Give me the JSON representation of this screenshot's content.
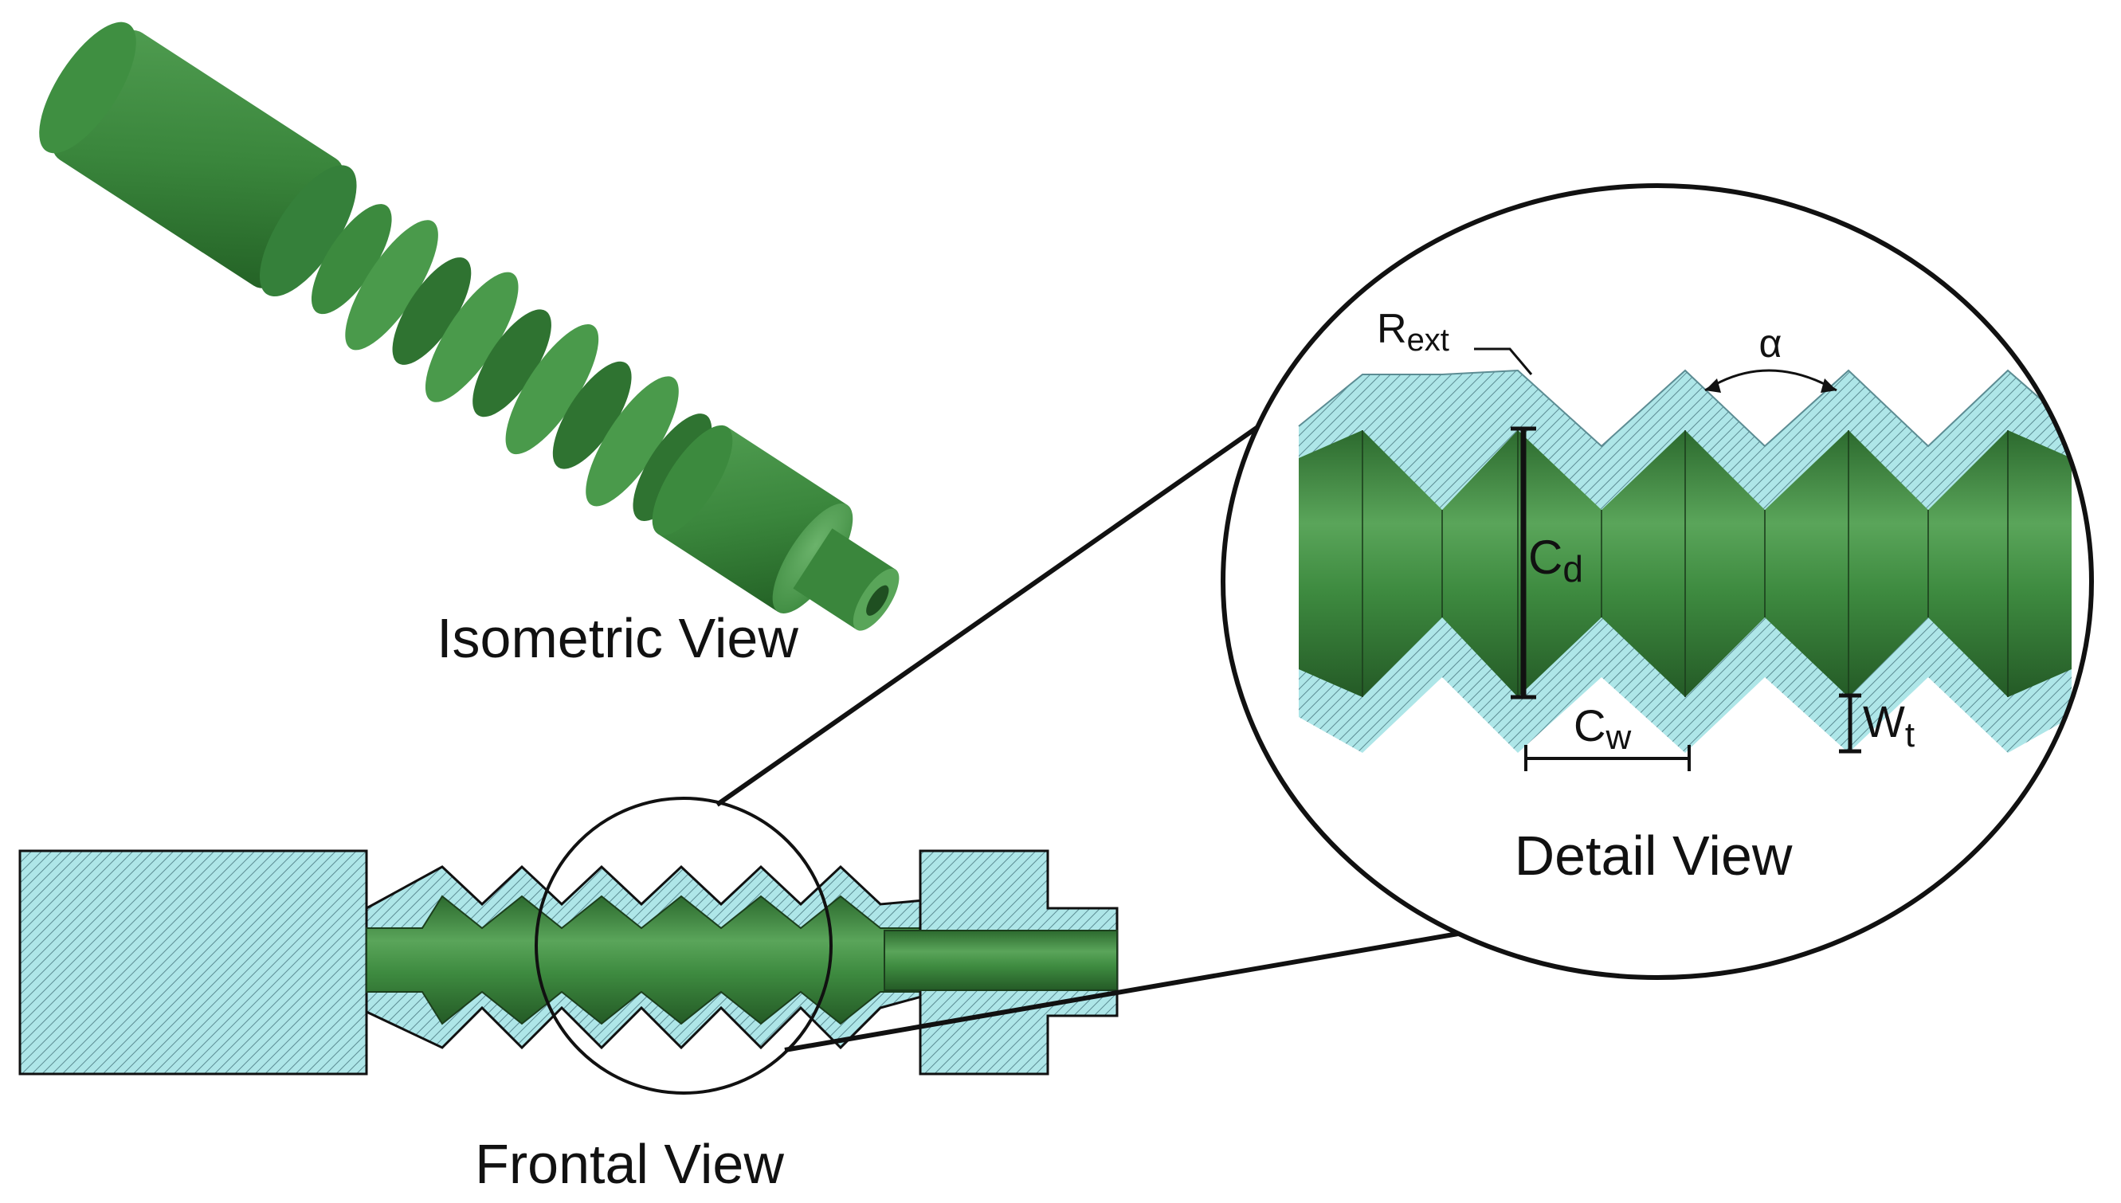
{
  "captions": {
    "isometric": "Isometric View",
    "frontal": "Frontal View",
    "detail": "Detail View"
  },
  "dimensions": {
    "r_ext": {
      "main": "R",
      "sub": "ext"
    },
    "alpha": "α",
    "c_d": {
      "main": "C",
      "sub": "d"
    },
    "c_w": {
      "main": "C",
      "sub": "w"
    },
    "w_t": {
      "main": "W",
      "sub": "t"
    }
  },
  "colors": {
    "hatch_fill": "#aee6e8",
    "hatch_line": "#5c8c93",
    "green_dark": "#2f6d31",
    "green_mid": "#3d8a3f",
    "green_light": "#5aa55a",
    "outline": "#111111"
  }
}
